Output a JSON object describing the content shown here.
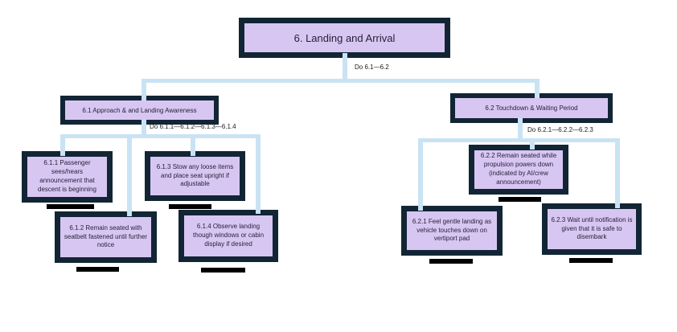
{
  "palette": {
    "background": "#ffffff",
    "node_fill": "#d8c6f2",
    "node_frame": "#122535",
    "connector": "#c9e3f4",
    "stand": "#000000",
    "node_text": "#221f36",
    "label_text": "#1a1a1a"
  },
  "flowchart": {
    "root": {
      "label": "6. Landing and Arrival",
      "do_label": "Do 6.1—6.2"
    },
    "branches": {
      "n61": {
        "label": "6.1 Approach & and Landing Awareness",
        "do_label": "Do 6.1.1—6.1.2—6.1.3—6.1.4"
      },
      "n62": {
        "label": "6.2 Touchdown & Waiting Period",
        "do_label": "Do 6.2.1—6.2.2—6.2.3"
      }
    },
    "leaves": {
      "n611": {
        "label": "6.1.1 Passenger sees/hears announcement that descent is beginning"
      },
      "n612": {
        "label": "6.1.2 Remain seated with seatbelt fastened until further notice"
      },
      "n613": {
        "label": "6.1.3 Stow any loose items and place seat upright if adjustable"
      },
      "n614": {
        "label": "6.1.4 Observe landing though windows or cabin display if desired"
      },
      "n621": {
        "label": "6.2.1 Feel gentle landing as vehicle touches down on vertiport pad"
      },
      "n622": {
        "label": "6.2.2 Remain seated while propulsion powers down (indicated by AI/crew announcement)"
      },
      "n623": {
        "label": "6.2.3 Wait until notification is given that it is safe to disembark"
      }
    }
  }
}
